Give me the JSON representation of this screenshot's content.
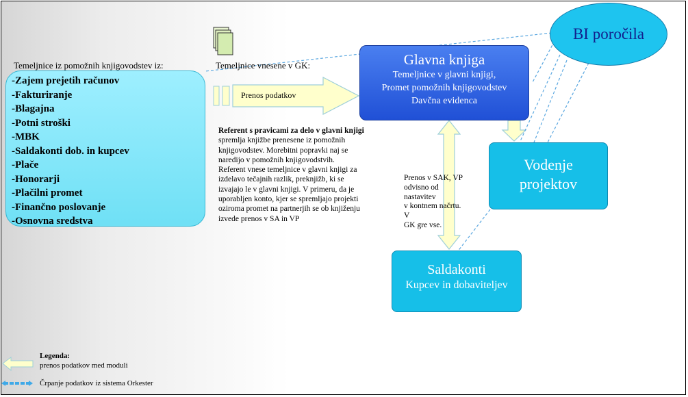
{
  "left_header": "Temeljnice iz pomožnih knjigovodstev  iz:",
  "top_header": "Temeljnice vnesene v GK:",
  "left_items": [
    "-Zajem prejetih računov",
    "-Fakturiranje",
    "-Blagajna",
    "-Potni stroški",
    "-MBK",
    "-Saldakonti dob. in kupcev",
    "-Plače",
    "-Honorarji",
    "-Plačilni promet",
    "-Finančno poslovanje",
    "-Osnovna sredstva"
  ],
  "arrow_label": "Prenos podatkov",
  "glavna_knjiga": {
    "title": "Glavna knjiga",
    "lines": [
      "Temeljnice  v glavni knjigi,",
      "Promet pomožnih knjigovodstev",
      "Davčna evidenca"
    ]
  },
  "bi": "BI poročila",
  "vodenje": [
    "Vodenje",
    "projektov"
  ],
  "saldakonti": {
    "title": "Saldakonti",
    "subtitle": "Kupcev in dobaviteljev"
  },
  "mid_text": {
    "heading": "Referent s pravicami za delo v glavni knjigi",
    "lines": [
      "spremlja knjižbe prenesene iz pomožnih",
      "knjigovodstev. Morebitni popravki naj se",
      "naredijo v pomožnih knjigovodstvih.",
      "Referent vnese temeljnice  v glavni knjigi za",
      "izdelavo tečajnih  razlik, preknjižb,  ki se",
      "izvajajo le v glavni  knjigi.  V primeru, da je",
      "uporabljen konto, kjer se spremljajo projekti",
      "oziroma promet na partnerjih  se ob knjiženju",
      "izvede prenos v SA in VP"
    ]
  },
  "side_note": [
    "Prenos v  SAK, VP",
    "odvisno od nastavitev",
    "v kontnem načrtu.  V",
    "GK gre vse."
  ],
  "legend": {
    "title": "Legenda:",
    "item1": "prenos podatkov med moduli",
    "item2": "Črpanje podatkov iz sistema Orkester"
  },
  "colors": {
    "arrow_fill": "#ffffcc",
    "arrow_stroke": "#9ecfd9",
    "glavna_knjiga": "#2f62e6",
    "module_box": "#16bfe8",
    "bi_text": "#12208c",
    "dashed_line": "#5aa7e0"
  },
  "icons": {
    "document_stack": "document-stack-icon"
  }
}
